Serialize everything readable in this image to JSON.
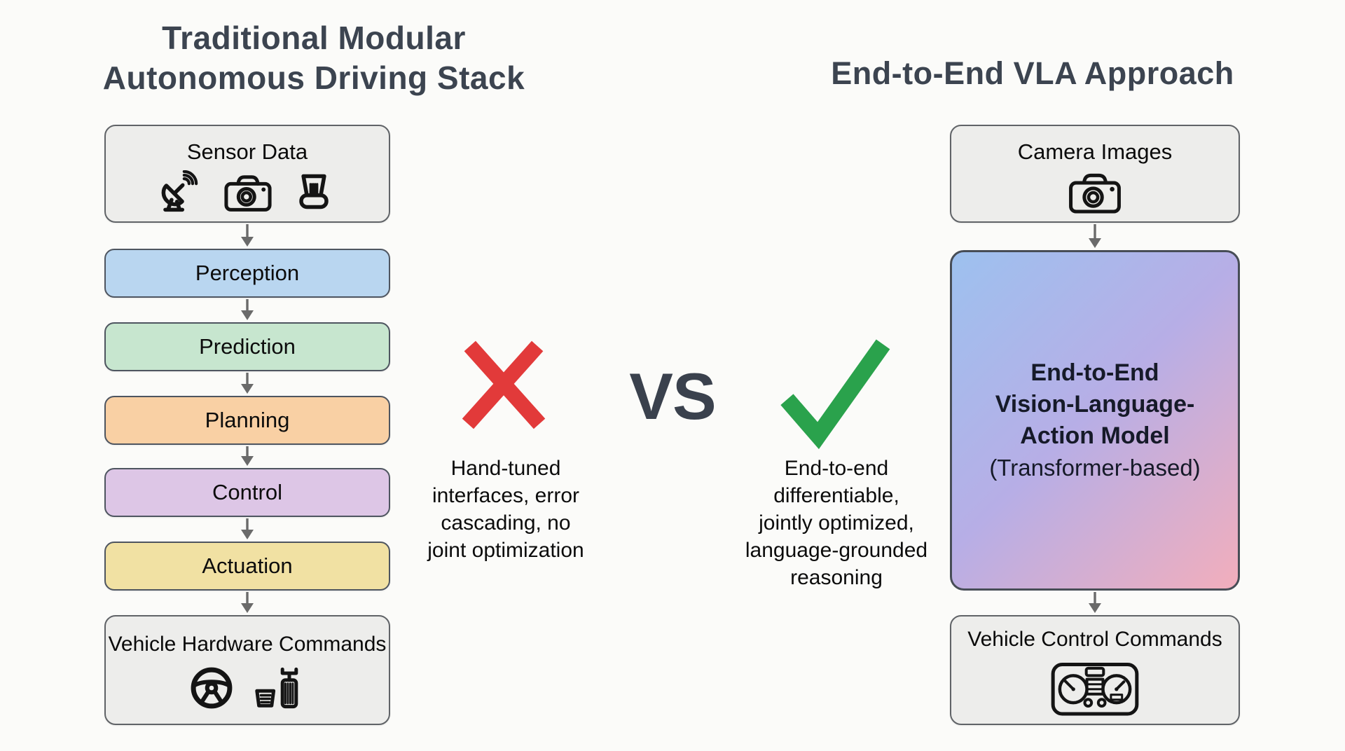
{
  "background_color": "#fbfbf9",
  "titles": {
    "left_lines": [
      "Traditional Modular",
      "Autonomous Driving Stack"
    ],
    "right": "End-to-End VLA Approach",
    "text_color": "#3c4450"
  },
  "left_stack": {
    "sensor_box": {
      "label": "Sensor Data",
      "icons": [
        "radar-dish",
        "camera",
        "lidar"
      ]
    },
    "stages": [
      {
        "label": "Perception",
        "color": "#b9d6f0"
      },
      {
        "label": "Prediction",
        "color": "#c7e6cf"
      },
      {
        "label": "Planning",
        "color": "#f9d0a4"
      },
      {
        "label": "Control",
        "color": "#ddc6e6"
      },
      {
        "label": "Actuation",
        "color": "#f1e1a3"
      }
    ],
    "output_box": {
      "label": "Vehicle Hardware Commands",
      "icons": [
        "steering-wheel",
        "pedals"
      ]
    }
  },
  "comparison": {
    "vs_label": "VS",
    "cross": {
      "color": "#e23a3a",
      "caption_lines": [
        "Hand-tuned",
        "interfaces, error",
        "cascading, no",
        "joint optimization"
      ]
    },
    "check": {
      "color": "#2aa24c",
      "caption_lines": [
        "End-to-end",
        "differentiable,",
        "jointly optimized,",
        "language-grounded",
        "reasoning"
      ]
    }
  },
  "right_stack": {
    "input_box": {
      "label": "Camera Images",
      "icons": [
        "camera"
      ]
    },
    "model_box": {
      "bold_lines": [
        "End-to-End",
        "Vision-Language-",
        "Action Model"
      ],
      "subtitle": "(Transformer-based)",
      "gradient_colors": [
        "#9dc1ef",
        "#b7aee6",
        "#f2aebc"
      ]
    },
    "output_box": {
      "label": "Vehicle Control Commands",
      "icons": [
        "dashboard"
      ]
    }
  }
}
